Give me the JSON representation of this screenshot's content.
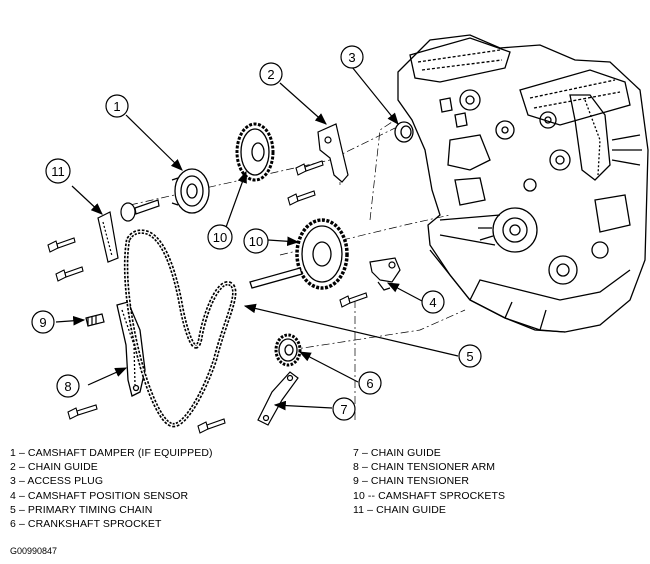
{
  "callouts": [
    {
      "number": "1",
      "part": "camshaft-damper"
    },
    {
      "number": "2",
      "part": "chain-guide"
    },
    {
      "number": "3",
      "part": "access-plug"
    },
    {
      "number": "4",
      "part": "camshaft-position-sensor"
    },
    {
      "number": "5",
      "part": "primary-timing-chain"
    },
    {
      "number": "6",
      "part": "crankshaft-sprocket"
    },
    {
      "number": "7",
      "part": "chain-guide"
    },
    {
      "number": "8",
      "part": "chain-tensioner-arm"
    },
    {
      "number": "9",
      "part": "chain-tensioner"
    },
    {
      "number": "10",
      "part": "camshaft-sprockets"
    },
    {
      "number": "11",
      "part": "chain-guide"
    }
  ],
  "legend": {
    "left": [
      "1 – CAMSHAFT DAMPER (IF EQUIPPED)",
      "2 – CHAIN GUIDE",
      "3 – ACCESS PLUG",
      "4 – CAMSHAFT POSITION SENSOR",
      "5 – PRIMARY TIMING CHAIN",
      "6 – CRANKSHAFT SPROCKET"
    ],
    "right": [
      "7 – CHAIN GUIDE",
      "8 – CHAIN TENSIONER ARM",
      "9 – CHAIN TENSIONER",
      "10 -- CAMSHAFT SPROCKETS",
      "11 – CHAIN GUIDE"
    ]
  },
  "figure_code": "G00990847"
}
